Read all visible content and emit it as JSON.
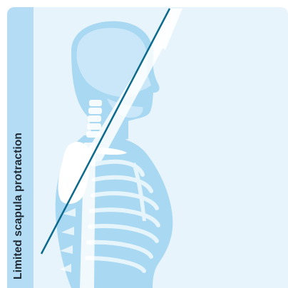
{
  "side_label": "Limited scapula protraction",
  "colors": {
    "card_background": "#e8f4fc",
    "side_bar": "#b5dcf5",
    "figure_fill": "#a9d8f2",
    "figure_light": "#c9e7f8",
    "bone_white": "#ffffff",
    "line": "#0d6a8c"
  },
  "icons": {
    "figure": "human-skeleton-side-view",
    "line": "arm-elevation-line"
  }
}
